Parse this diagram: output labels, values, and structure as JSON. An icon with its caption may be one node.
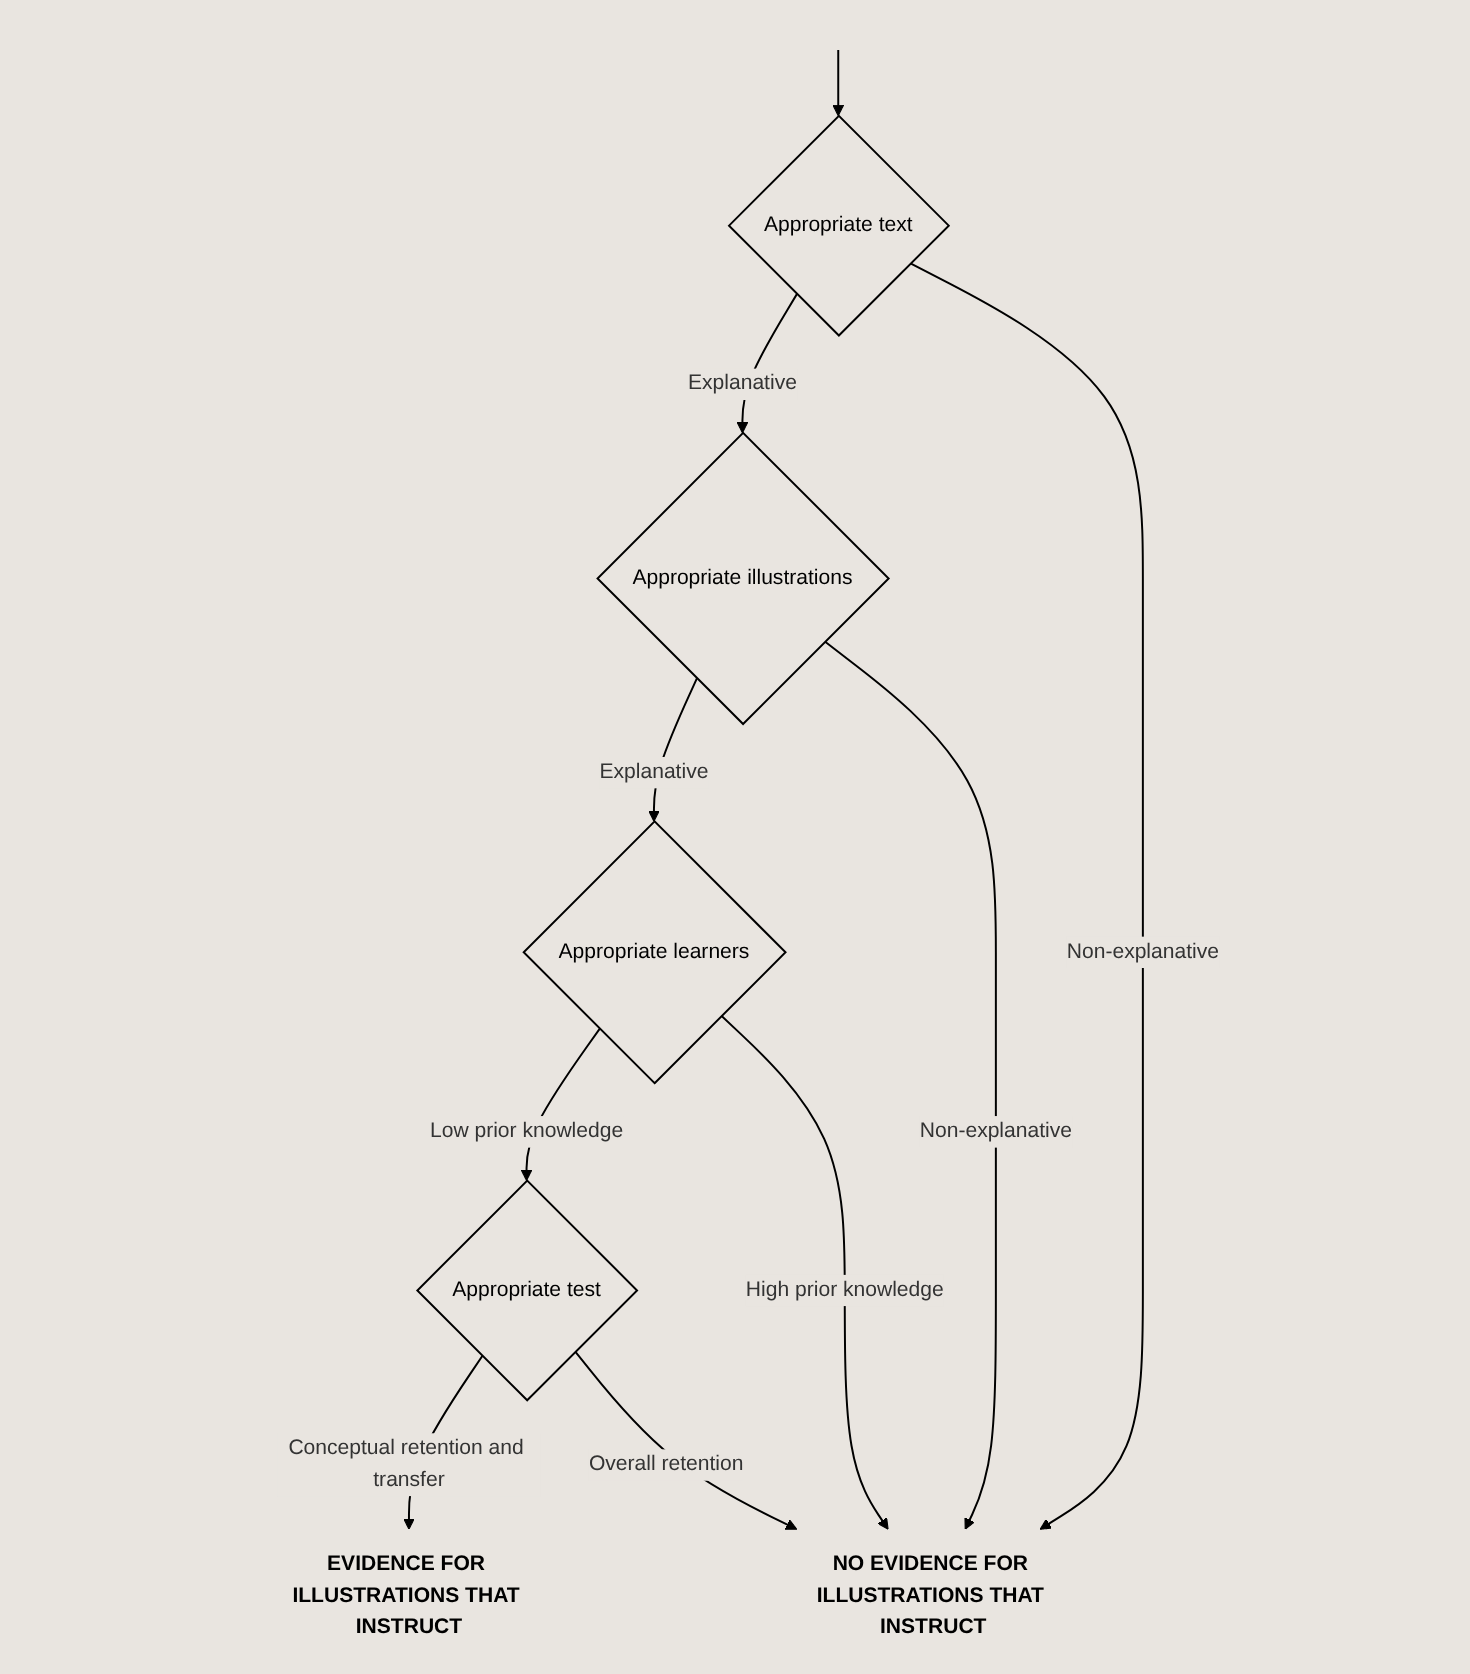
{
  "diagram": {
    "nodes": [
      {
        "text": [
          "Appropriate text"
        ]
      },
      {
        "text": [
          "Appropriate illustrations"
        ]
      },
      {
        "text": [
          "Appropriate learners"
        ]
      },
      {
        "text": [
          "Appropriate test"
        ]
      },
      {
        "text": [
          "EVIDENCE FOR ILLUSTRATIONS THAT INSTRUCT"
        ]
      },
      {
        "text": [
          "NO EVIDENCE FOR ILLUSTRATIONS THAT INSTRUCT"
        ]
      }
    ],
    "edges": [
      {
        "from": null,
        "to": 0,
        "arrow": "to"
      },
      {
        "from": 0,
        "to": 1,
        "label": "Explanative",
        "arrow": "to"
      },
      {
        "from": 1,
        "to": 2,
        "label": "Explanative",
        "arrow": "to"
      },
      {
        "from": 2,
        "to": 3,
        "label": "Low prior knowledge",
        "arrow": "to"
      },
      {
        "from": 3,
        "to": 4,
        "label": "Conceptual retention and transfer",
        "arrow": "to"
      },
      {
        "from": 0,
        "to": 5,
        "label": "Non-explanative",
        "arrow": "to"
      },
      {
        "from": 1,
        "to": 5,
        "label": "Non-explanative",
        "arrow": "to"
      },
      {
        "from": 2,
        "to": 5,
        "label": "High prior knowledge",
        "arrow": "to"
      },
      {
        "from": 3,
        "to": 5,
        "label": "Overall retention",
        "arrow": "to"
      }
    ]
  }
}
